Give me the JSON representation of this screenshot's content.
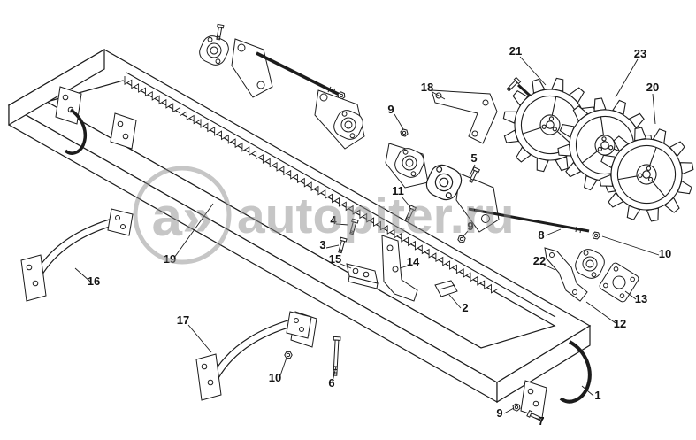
{
  "watermark": {
    "logo": "a»",
    "text": "autopiter.ru"
  },
  "colors": {
    "line": "#1c1c1c",
    "watermark": "#8e8e8e",
    "background": "#ffffff"
  },
  "callouts": [
    {
      "label": "21"
    },
    {
      "label": "23"
    },
    {
      "label": "20"
    },
    {
      "label": "18"
    },
    {
      "label": "9"
    },
    {
      "label": "5"
    },
    {
      "label": "11"
    },
    {
      "label": "4"
    },
    {
      "label": "9"
    },
    {
      "label": "8"
    },
    {
      "label": "3"
    },
    {
      "label": "10"
    },
    {
      "label": "22"
    },
    {
      "label": "15"
    },
    {
      "label": "19"
    },
    {
      "label": "14"
    },
    {
      "label": "13"
    },
    {
      "label": "2"
    },
    {
      "label": "12"
    },
    {
      "label": "16"
    },
    {
      "label": "17"
    },
    {
      "label": "10"
    },
    {
      "label": "6"
    },
    {
      "label": "1"
    },
    {
      "label": "9"
    },
    {
      "label": "7"
    }
  ]
}
